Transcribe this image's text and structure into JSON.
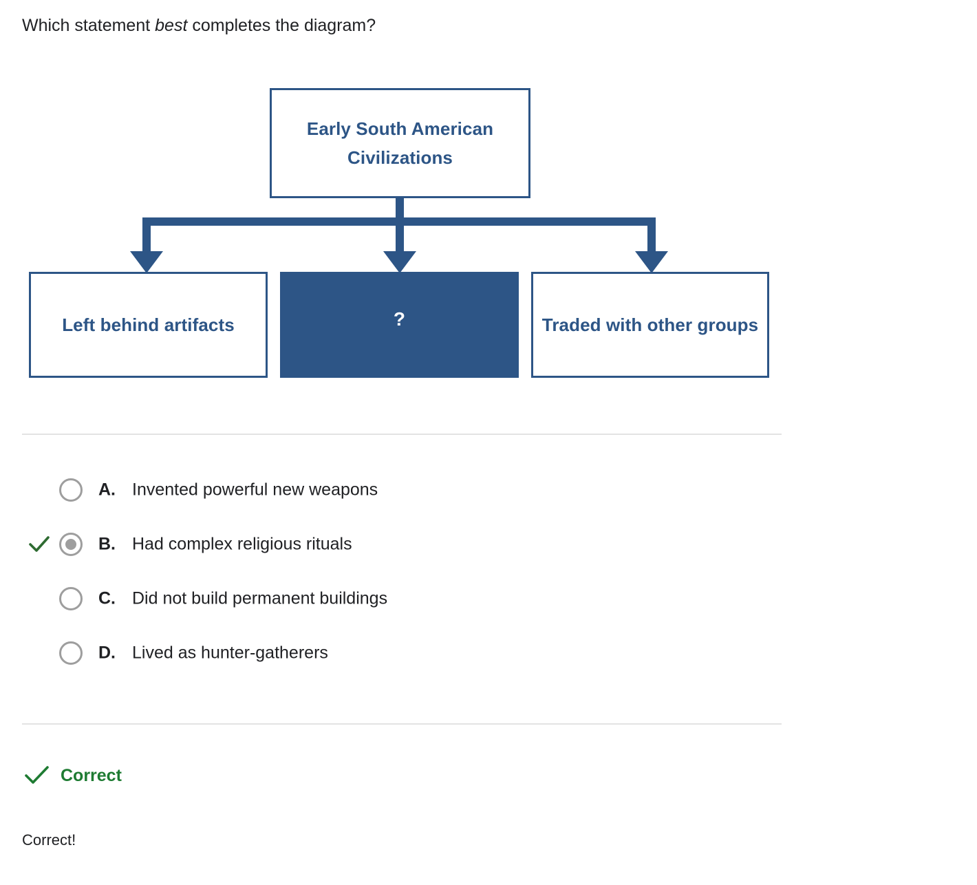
{
  "question": {
    "before": "Which statement ",
    "emphasis": "best",
    "after": " completes the diagram?"
  },
  "diagram": {
    "type": "hierarchy-flowchart",
    "accent_color": "#2d5586",
    "root": {
      "label": "Early South American Civilizations"
    },
    "children": [
      {
        "label": "Left behind artifacts",
        "filled": false
      },
      {
        "label": "?",
        "filled": true
      },
      {
        "label": "Traded with other groups",
        "filled": false
      }
    ]
  },
  "options": [
    {
      "letter": "A.",
      "text": "Invented powerful new weapons",
      "selected": false,
      "marked_correct": false
    },
    {
      "letter": "B.",
      "text": "Had complex religious rituals",
      "selected": true,
      "marked_correct": true
    },
    {
      "letter": "C.",
      "text": "Did not build permanent buildings",
      "selected": false,
      "marked_correct": false
    },
    {
      "letter": "D.",
      "text": "Lived as hunter-gatherers",
      "selected": false,
      "marked_correct": false
    }
  ],
  "result": {
    "status_label": "Correct",
    "status_color": "#1e7b32",
    "detail": "Correct!",
    "icon": "check-icon"
  }
}
